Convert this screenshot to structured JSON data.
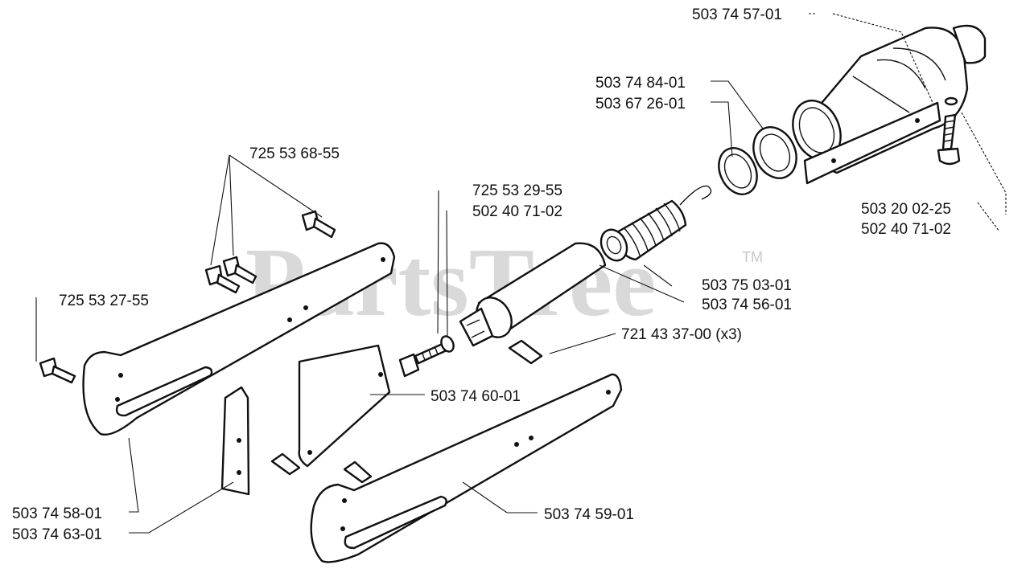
{
  "watermark": {
    "text": "PartsTree",
    "trademark": "TM"
  },
  "parts": {
    "p_503_74_57_01": "503 74 57-01",
    "p_503_74_84_01": "503 74 84-01",
    "p_503_67_26_01": "503 67 26-01",
    "p_725_53_68_55": "725 53 68-55",
    "p_725_53_29_55": "725 53 29-55",
    "p_502_40_71_02_a": "502 40 71-02",
    "p_503_20_02_25": "503 20 02-25",
    "p_502_40_71_02_b": "502 40 71-02",
    "p_725_53_27_55": "725 53 27-55",
    "p_503_75_03_01": "503 75 03-01",
    "p_503_74_56_01": "503 74 56-01",
    "p_721_43_37_00": "721 43 37-00 (x3)",
    "p_503_74_60_01": "503 74 60-01",
    "p_503_74_58_01": "503 74 58-01",
    "p_503_74_63_01": "503 74 63-01",
    "p_503_74_59_01": "503 74 59-01"
  }
}
